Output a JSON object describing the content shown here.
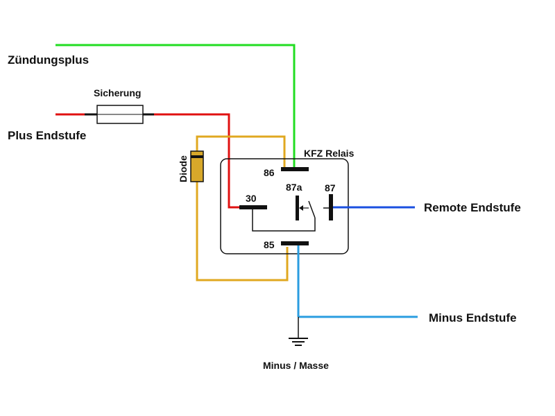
{
  "labels": {
    "zuendungsplus": "Zündungsplus",
    "sicherung": "Sicherung",
    "plus_endstufe": "Plus Endstufe",
    "diode": "Diode",
    "relay_title": "KFZ Relais",
    "remote_endstufe": "Remote Endstufe",
    "minus_endstufe": "Minus Endstufe",
    "minus_masse": "Minus / Masse"
  },
  "terminals": {
    "t86": "86",
    "t87a": "87a",
    "t87": "87",
    "t30": "30",
    "t85": "85"
  },
  "colors": {
    "ignition_wire": "#22dd22",
    "plus_wire": "#e01010",
    "coil_wire": "#e0a820",
    "remote_wire": "#1a4fe0",
    "ground_wire": "#2a9de0",
    "diode_body": "#d8a82a",
    "outline": "#111111"
  }
}
